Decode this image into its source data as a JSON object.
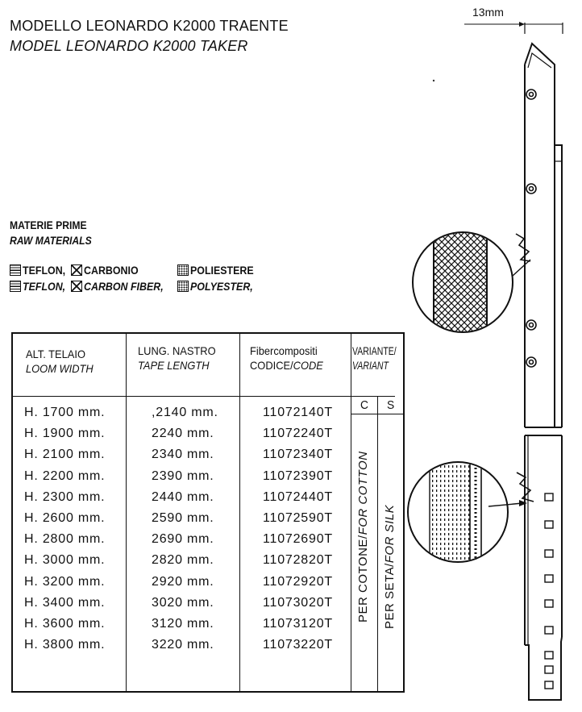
{
  "title": {
    "it": "MODELLO LEONARDO K2000 TRAENTE",
    "en": "MODEL LEONARDO K2000  TAKER"
  },
  "materials": {
    "heading_it": "MATERIE PRIME",
    "heading_en": "RAW MATERIALS",
    "it": [
      "TEFLON,",
      "CARBONIO",
      "POLIESTERE"
    ],
    "en": [
      "TEFLON,",
      "CARBON FIBER,",
      "POLYESTER,"
    ]
  },
  "table": {
    "headers": {
      "height_it": "ALT. TELAIO",
      "height_en": "LOOM WIDTH",
      "length_it": "LUNG. NASTRO",
      "length_en": "TAPE LENGTH",
      "code_it": "Fibercompositi",
      "code_en": "CODICE/",
      "code_en2": "CODE",
      "variant_it": "VARIANTE/",
      "variant_en": "VARIANT",
      "variant_c": "C",
      "variant_s": "S"
    },
    "rows": [
      {
        "height": "H. 1700 mm.",
        "length": ",2140 mm.",
        "code": "11072140T"
      },
      {
        "height": "H. 1900 mm.",
        "length": "2240 mm.",
        "code": "11072240T"
      },
      {
        "height": "H. 2100 mm.",
        "length": "2340 mm.",
        "code": "11072340T"
      },
      {
        "height": "H. 2200 mm.",
        "length": "2390 mm.",
        "code": "11072390T"
      },
      {
        "height": "H. 2300 mm.",
        "length": "2440 mm.",
        "code": "11072440T"
      },
      {
        "height": "H. 2600 mm.",
        "length": "2590 mm.",
        "code": "11072590T"
      },
      {
        "height": "H. 2800 mm.",
        "length": "2690 mm.",
        "code": "11072690T"
      },
      {
        "height": "H. 3000 mm.",
        "length": "2820 mm.",
        "code": "11072820T"
      },
      {
        "height": "H. 3200 mm.",
        "length": "2920 mm.",
        "code": "11072920T"
      },
      {
        "height": "H. 3400 mm.",
        "length": "3020 mm.",
        "code": "11073020T"
      },
      {
        "height": "H. 3600 mm.",
        "length": "3120 mm.",
        "code": "11073120T"
      },
      {
        "height": "H. 3800 mm.",
        "length": "3220 mm.",
        "code": "11073220T"
      }
    ],
    "cotton_label_it": "PER COTONE/",
    "cotton_label_en": "FOR COTTON",
    "silk_label_it": "PER SETA/",
    "silk_label_en": "FOR SILK"
  },
  "drawing": {
    "dimension": "13mm"
  }
}
